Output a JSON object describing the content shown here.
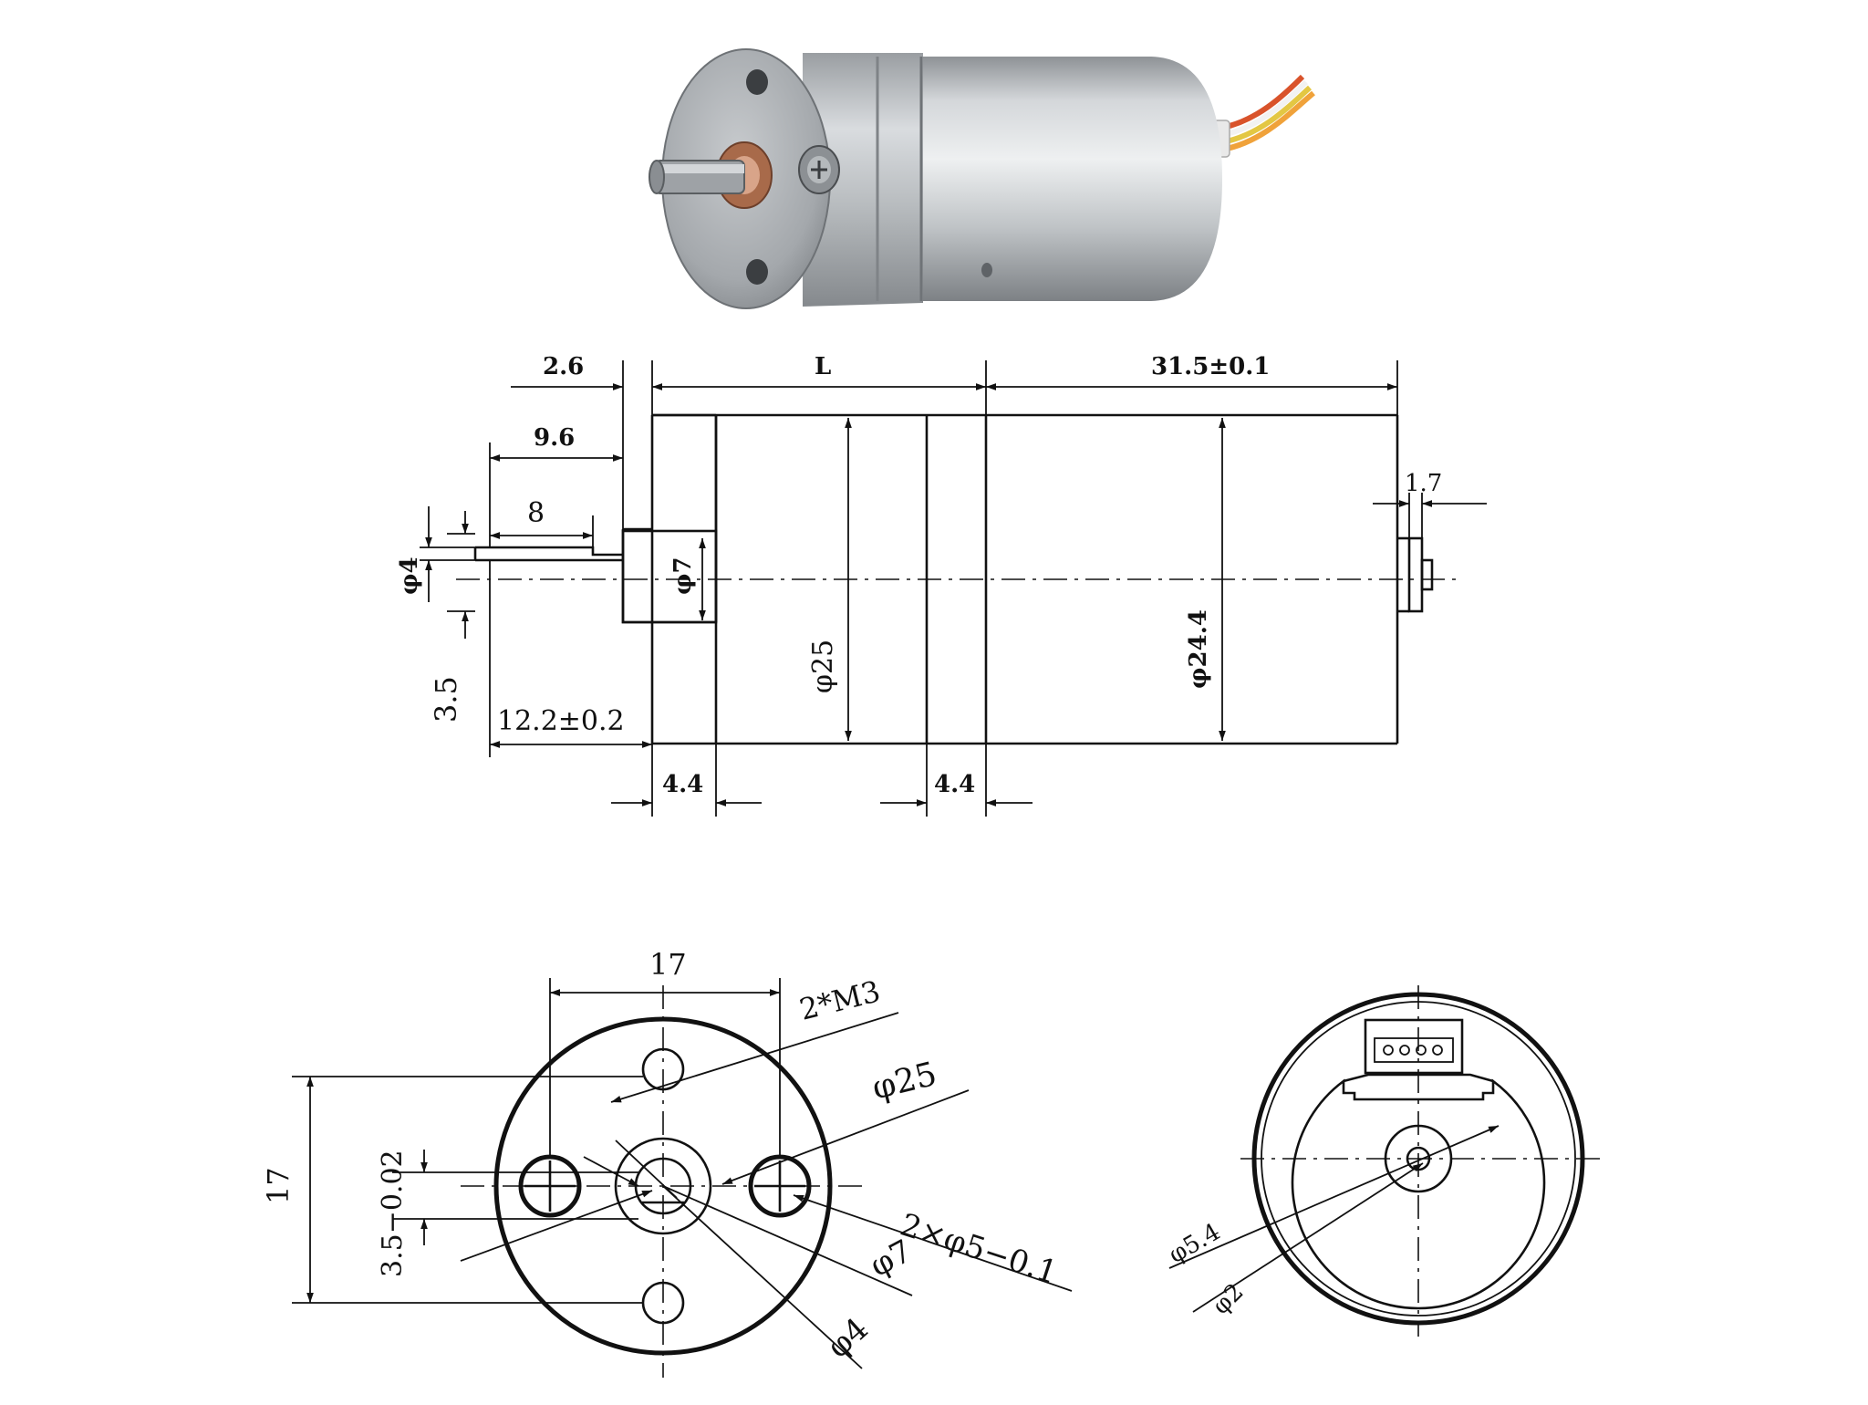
{
  "side_view": {
    "dims": {
      "d2_6": "2.6",
      "dL": "L",
      "d31_5": "31.5±0.1",
      "d9_6": "9.6",
      "d8": "8",
      "d1_7": "1.7",
      "phi4": "φ4",
      "phi7": "φ7",
      "phi25": "φ25",
      "phi24_4": "φ24.4",
      "d3_5": "3.5",
      "d12_2": "12.2±0.2",
      "d4_4a": "4.4",
      "d4_4b": "4.4"
    }
  },
  "front_view": {
    "dims": {
      "d17_top": "17",
      "d17_left": "17",
      "m3": "2*M3",
      "phi25": "φ25",
      "d3_5": "3.5−0.02",
      "phi5": "2×φ5−0.1",
      "phi7": "φ7",
      "phi4": "φ4"
    }
  },
  "rear_view": {
    "dims": {
      "phi5_4": "φ5.4",
      "phi2": "φ2"
    }
  },
  "colors": {
    "motor_body": "#b9bcbf",
    "wire_red": "#d9532b",
    "wire_orange": "#f0a23a",
    "wire_yellow": "#e3c743",
    "wire_white": "#f2f2f2",
    "bushing": "#a86a4a"
  }
}
